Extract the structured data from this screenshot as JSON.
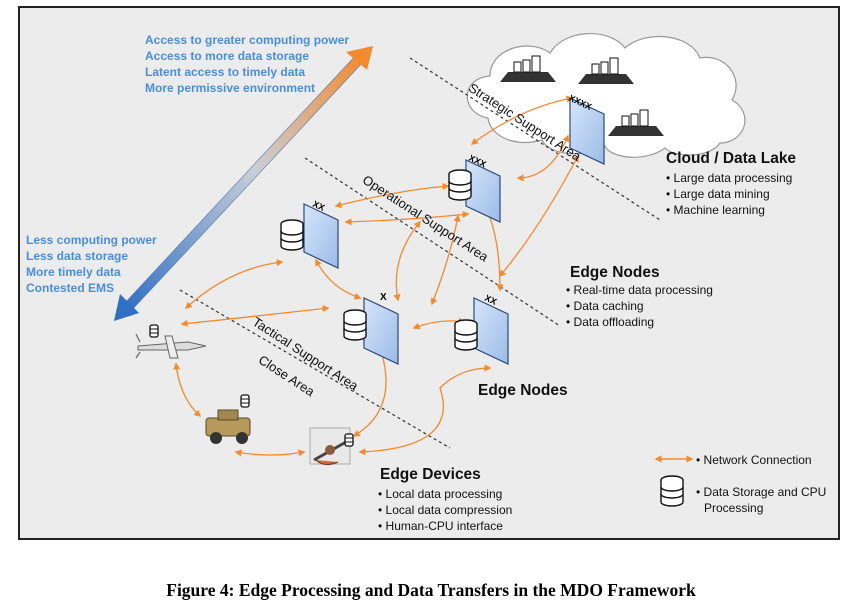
{
  "caption": "Figure 4: Edge Processing and Data Transfers in the MDO Framework",
  "gradient_arrow": {
    "top_notes": [
      "Access to greater computing power",
      "Access to more data storage",
      "Latent access to timely data",
      "More permissive environment"
    ],
    "bottom_notes": [
      "Less computing power",
      "Less data storage",
      "More timely data",
      "Contested EMS"
    ],
    "colors": {
      "top": "#f28a2e",
      "bottom": "#2f6fc4"
    }
  },
  "areas": {
    "strategic": "Strategic Support Area",
    "operational": "Operational Support Area",
    "tactical": "Tactical Support Area",
    "close": "Close Area"
  },
  "cloud": {
    "heading": "Cloud / Data Lake",
    "bullets": [
      "Large data processing",
      "Large data mining",
      "Machine learning"
    ]
  },
  "edge_nodes_upper": {
    "heading": "Edge Nodes",
    "bullets": [
      "Real-time data processing",
      "Data caching",
      "Data offloading"
    ]
  },
  "edge_nodes_lower": {
    "heading": "Edge Nodes"
  },
  "edge_devices": {
    "heading": "Edge Devices",
    "bullets": [
      "Local data processing",
      "Local data compression",
      "Human-CPU interface"
    ]
  },
  "unit_symbols": {
    "cloud": "XXXX",
    "operational": "XXX",
    "node_left": "XX",
    "node_center": "X",
    "node_right": "XX"
  },
  "legend": {
    "network": "Network Connection",
    "storage": [
      "Data Storage and CPU",
      "Processing"
    ]
  },
  "colors": {
    "arrow": "#f28a2e",
    "panel": "#b9d2f2",
    "panel_stroke": "#2b4a7a",
    "background": "#ececec"
  }
}
